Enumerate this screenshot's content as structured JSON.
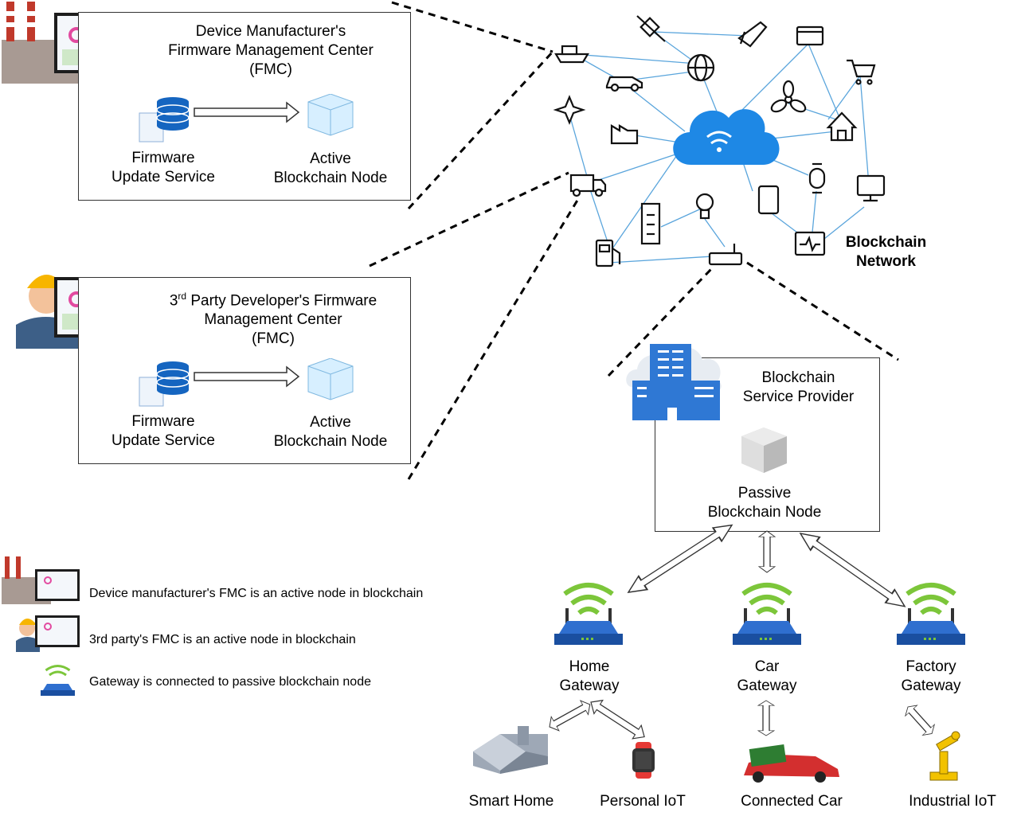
{
  "fmc_manufacturer": {
    "title_line1": "Device Manufacturer's",
    "title_line2": "Firmware Management Center",
    "title_line3": "(FMC)",
    "service_line1": "Firmware",
    "service_line2": "Update Service",
    "node_line1": "Active",
    "node_line2": "Blockchain Node"
  },
  "fmc_third_party": {
    "title_prefix": "3",
    "title_sup": "rd",
    "title_line1_rest": " Party Developer's Firmware",
    "title_line2": "Management Center",
    "title_line3": "(FMC)",
    "service_line1": "Firmware",
    "service_line2": "Update Service",
    "node_line1": "Active",
    "node_line2": "Blockchain Node"
  },
  "network": {
    "label_line1": "Blockchain",
    "label_line2": "Network"
  },
  "provider": {
    "title_line1": "Blockchain",
    "title_line2": "Service Provider",
    "node_line1": "Passive",
    "node_line2": "Blockchain Node"
  },
  "gateways": [
    {
      "line1": "Home",
      "line2": "Gateway"
    },
    {
      "line1": "Car",
      "line2": "Gateway"
    },
    {
      "line1": "Factory",
      "line2": "Gateway"
    }
  ],
  "devices": [
    "Smart Home",
    "Personal IoT",
    "Connected Car",
    "Industrial IoT"
  ],
  "legend": [
    {
      "text": "Device manufacturer's FMC is an active node in blockchain"
    },
    {
      "text": "3rd party's FMC is an active node in blockchain"
    },
    {
      "text": "Gateway is connected to passive blockchain node"
    }
  ],
  "colors": {
    "network_line": "#5aa5dc",
    "cloud": "#1e88e5",
    "router_blue": "#1a4fa0",
    "wifi_green": "#7cc63a",
    "building_blue": "#2f78d4"
  }
}
